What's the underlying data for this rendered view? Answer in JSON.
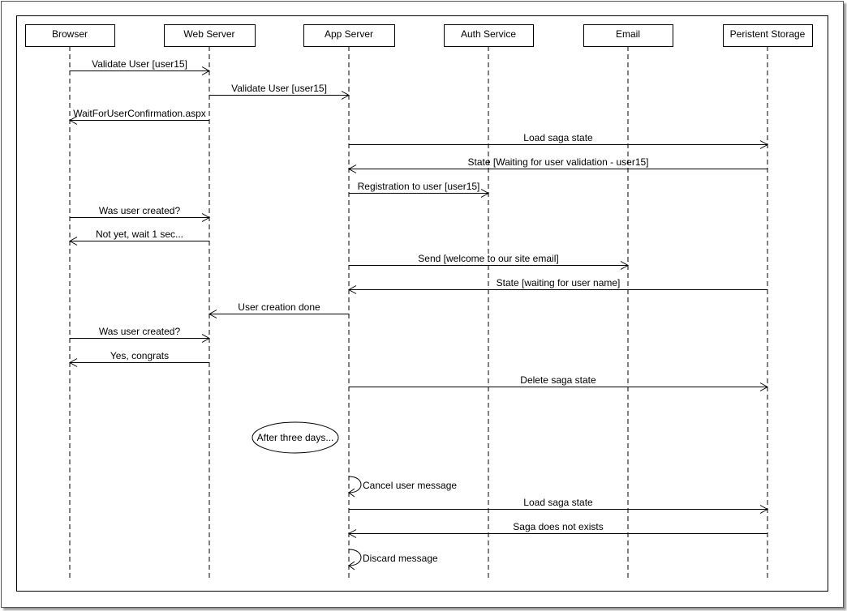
{
  "participants": [
    {
      "id": "browser",
      "label": "Browser"
    },
    {
      "id": "web",
      "label": "Web Server"
    },
    {
      "id": "app",
      "label": "App Server"
    },
    {
      "id": "auth",
      "label": "Auth Service"
    },
    {
      "id": "email",
      "label": "Email"
    },
    {
      "id": "storage",
      "label": "Peristent Storage"
    }
  ],
  "messages": [
    {
      "from": "browser",
      "to": "web",
      "label": "Validate User [user15]"
    },
    {
      "from": "web",
      "to": "app",
      "label": "Validate User [user15]"
    },
    {
      "from": "web",
      "to": "browser",
      "label": "WaitForUserConfirmation.aspx"
    },
    {
      "from": "app",
      "to": "storage",
      "label": "Load saga state"
    },
    {
      "from": "storage",
      "to": "app",
      "label": "State [Waiting for user validation - user15]"
    },
    {
      "from": "app",
      "to": "auth",
      "label": "Registration to user [user15]"
    },
    {
      "from": "browser",
      "to": "web",
      "label": "Was user created?"
    },
    {
      "from": "web",
      "to": "browser",
      "label": "Not yet, wait 1 sec..."
    },
    {
      "from": "app",
      "to": "email",
      "label": "Send [welcome to our site email]"
    },
    {
      "from": "storage",
      "to": "app",
      "label": "State [waiting for user name]"
    },
    {
      "from": "app",
      "to": "web",
      "label": "User creation done"
    },
    {
      "from": "browser",
      "to": "web",
      "label": "Was user created?"
    },
    {
      "from": "web",
      "to": "browser",
      "label": "Yes, congrats"
    },
    {
      "from": "app",
      "to": "storage",
      "label": "Delete saga state"
    },
    {
      "note": "After three days..."
    },
    {
      "self": "app",
      "label": "Cancel user message"
    },
    {
      "from": "app",
      "to": "storage",
      "label": "Load saga state"
    },
    {
      "from": "storage",
      "to": "app",
      "label": "Saga does not exists"
    },
    {
      "self": "app",
      "label": "Discard message"
    }
  ]
}
